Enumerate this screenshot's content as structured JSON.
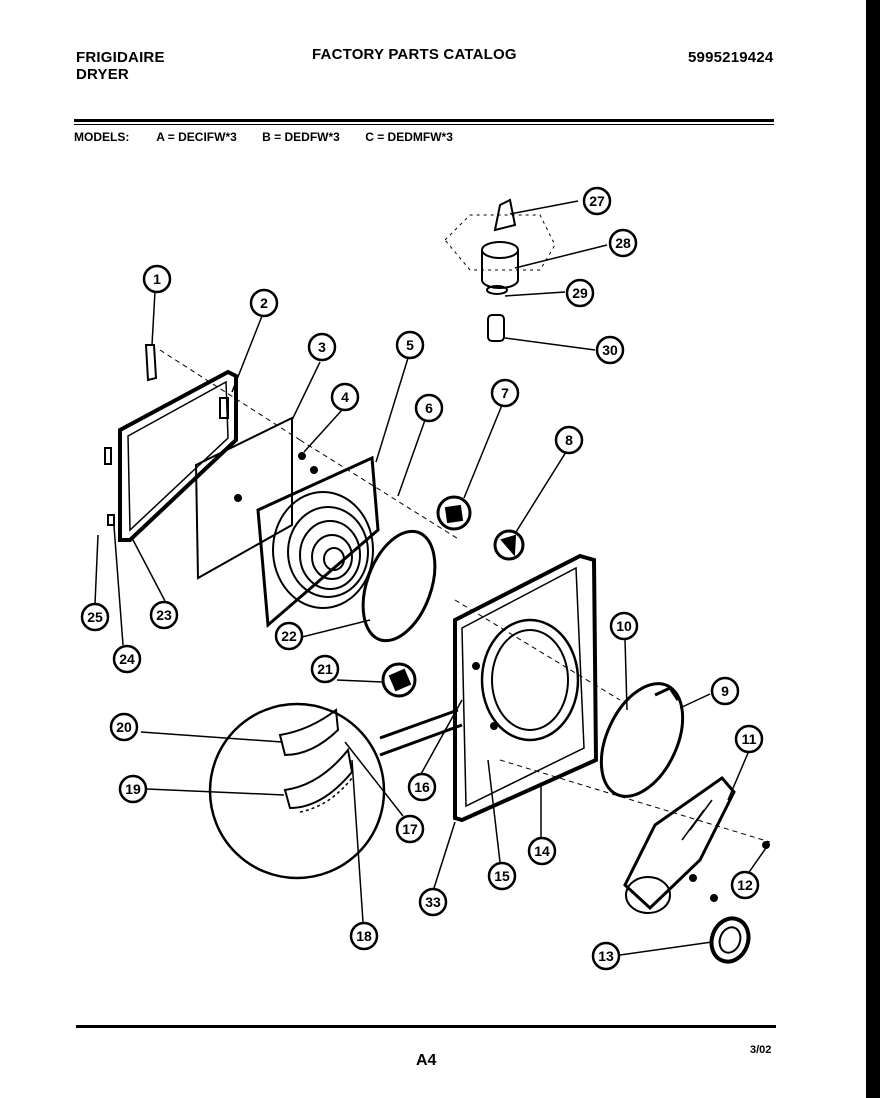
{
  "header": {
    "brand": "FRIGIDAIRE",
    "product": "DRYER",
    "catalog_title": "FACTORY PARTS CATALOG",
    "part_number": "5995219424"
  },
  "models": {
    "label": "MODELS:",
    "a": "A = DECIFW*3",
    "b": "B = DEDFW*3",
    "c": "C = DEDMFW*3"
  },
  "callouts": [
    "1",
    "2",
    "3",
    "4",
    "5",
    "6",
    "7",
    "8",
    "9",
    "10",
    "11",
    "12",
    "13",
    "14",
    "15",
    "16",
    "17",
    "18",
    "19",
    "20",
    "21",
    "22",
    "23",
    "24",
    "25",
    "27",
    "28",
    "29",
    "30",
    "33"
  ],
  "footer": {
    "page_id": "A4",
    "date": "3/02"
  }
}
